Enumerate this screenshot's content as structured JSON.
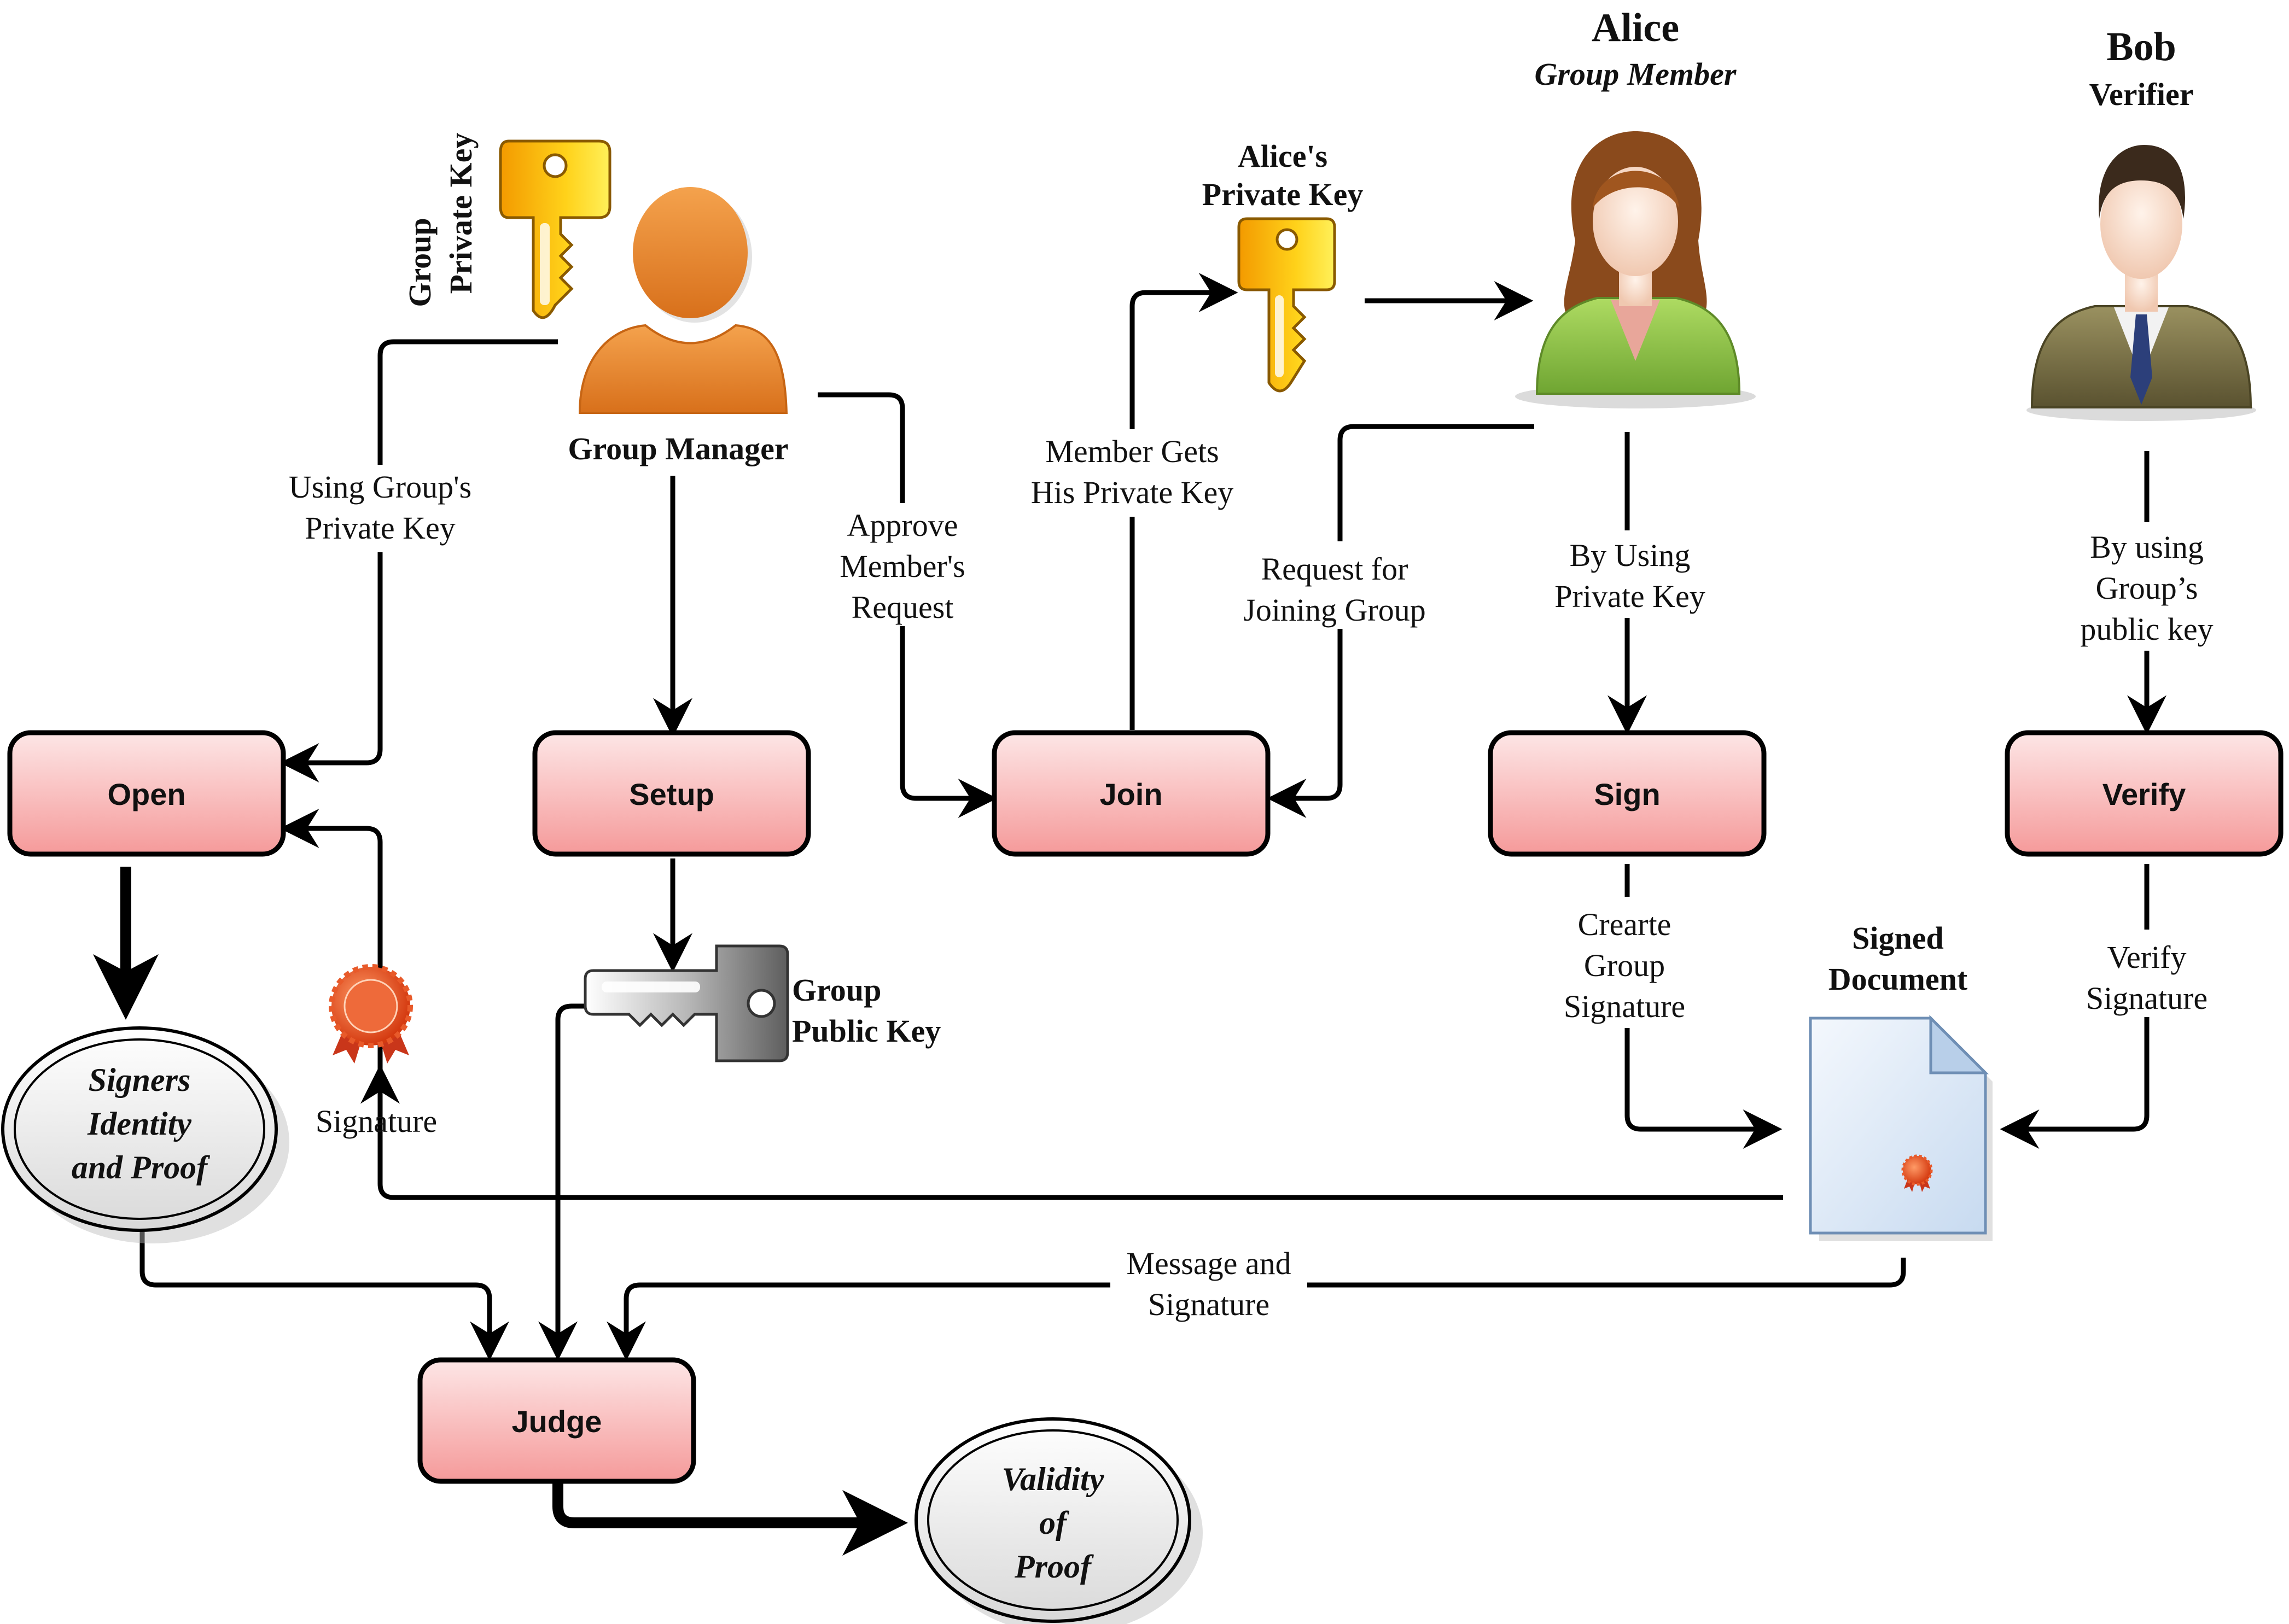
{
  "actors": {
    "manager_label": "Group Manager",
    "alice_name": "Alice",
    "alice_role": "Group Member",
    "bob_name": "Bob",
    "bob_role": "Verifier"
  },
  "keys": {
    "group_private_line1": "Group",
    "group_private_line2": "Private Key",
    "alice_private_line1": "Alice's",
    "alice_private_line2": "Private Key",
    "group_public_line1": "Group",
    "group_public_line2": "Public Key"
  },
  "processes": {
    "open": "Open",
    "setup": "Setup",
    "join": "Join",
    "sign": "Sign",
    "verify": "Verify",
    "judge": "Judge"
  },
  "outputs": {
    "signers_line1": "Signers",
    "signers_line2": "Identity",
    "signers_line3": "and Proof",
    "validity_line1": "Validity",
    "validity_line2": "of",
    "validity_line3": "Proof",
    "signed_doc_line1": "Signed",
    "signed_doc_line2": "Document"
  },
  "edge_labels": {
    "using_group_key_line1": "Using Group's",
    "using_group_key_line2": "Private Key",
    "approve_line1": "Approve",
    "approve_line2": "Member's",
    "approve_line3": "Request",
    "member_gets_line1": "Member Gets",
    "member_gets_line2": "His Private Key",
    "request_join_line1": "Request for",
    "request_join_line2": "Joining Group",
    "by_using_line1": "By Using",
    "by_using_line2": "Private Key",
    "by_using_group_line1": "By using",
    "by_using_group_line2": "Group’s",
    "by_using_group_line3": "public key",
    "create_sig_line1": "Crearte",
    "create_sig_line2": "Group",
    "create_sig_line3": "Signature",
    "verify_sig_line1": "Verify",
    "verify_sig_line2": "Signature",
    "signature": "Signature",
    "message_line1": "Message and",
    "message_line2": "Signature"
  },
  "colors": {
    "process_fill_top": "#fde3e3",
    "process_fill_bottom": "#f59a9a",
    "key_gold": "#f7b500",
    "key_grey": "#a9a9a9",
    "manager_orange": "#e8892e",
    "alice_green": "#8cc04a",
    "bob_olive": "#7d7446",
    "document_blue": "#dce9f7",
    "seal_red": "#e0411c"
  },
  "icons": [
    "golden-key-icon",
    "silver-key-icon",
    "manager-person-icon",
    "alice-person-icon",
    "bob-person-icon",
    "seal-icon",
    "document-icon"
  ]
}
